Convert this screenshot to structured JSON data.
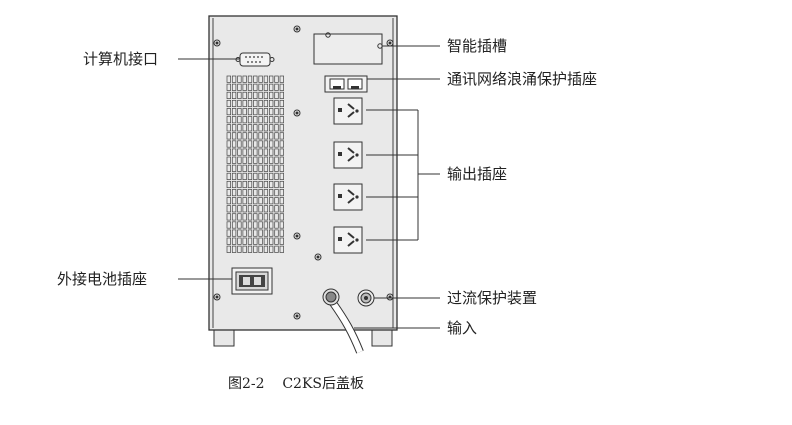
{
  "labels": {
    "computer_port": "计算机接口",
    "smart_slot": "智能插槽",
    "network_surge": "通讯网络浪涌保护插座",
    "output_sockets": "输出插座",
    "external_battery": "外接电池插座",
    "overcurrent": "过流保护装置",
    "input": "输入"
  },
  "caption": "图2-2    C2KS后盖板"
}
